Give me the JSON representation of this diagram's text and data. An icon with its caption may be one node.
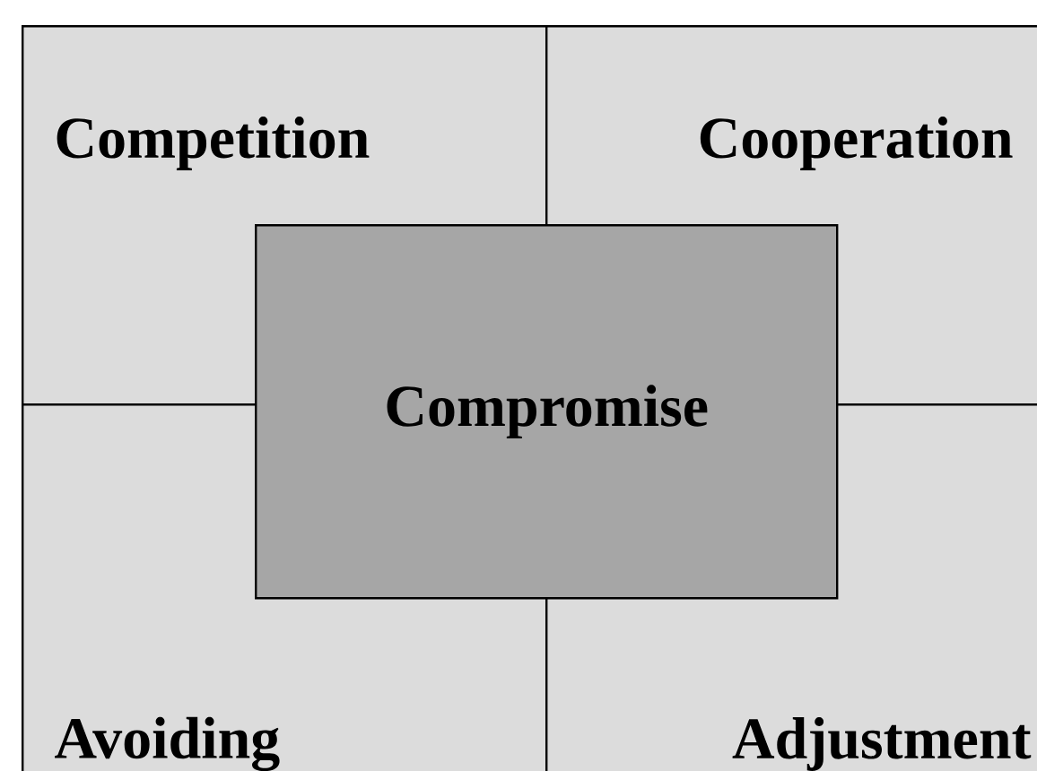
{
  "diagram": {
    "nodes": [
      {
        "text": [
          "Competition"
        ]
      },
      {
        "text": [
          "Cooperation"
        ]
      },
      {
        "text": [
          "Compromise"
        ]
      },
      {
        "text": [
          "Avoiding"
        ]
      },
      {
        "text": [
          "Adjustment"
        ]
      }
    ]
  }
}
